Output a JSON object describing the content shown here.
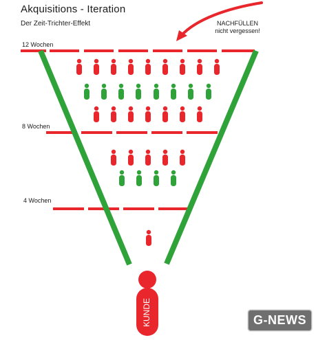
{
  "header": {
    "title": "Akquisitions - Iteration",
    "subtitle": "Der Zeit-Trichter-Effekt"
  },
  "note": {
    "line1": "NACHFÜLLEN",
    "line2": "nicht vergessen!"
  },
  "levels": {
    "weeks_12": "12 Wochen",
    "weeks_8": "8 Wochen",
    "weeks_4": "4 Wochen"
  },
  "customer": {
    "label": "KUNDE"
  },
  "watermark": {
    "text": "G-NEWS"
  },
  "colors": {
    "red": "#e8262b",
    "green": "#2fa33a",
    "dark_red": "#c81c20"
  }
}
